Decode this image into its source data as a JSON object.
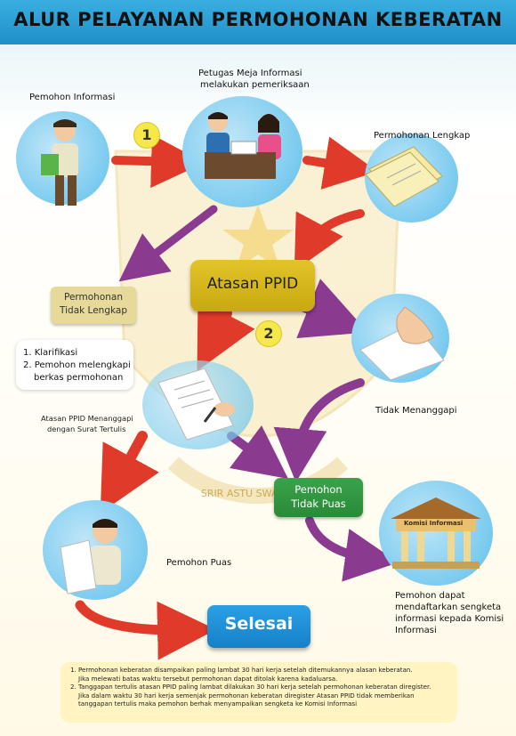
{
  "title": "ALUR PELAYANAN PERMOHONAN KEBERATAN",
  "nodes": {
    "pemohon_informasi": "Pemohon  Informasi",
    "petugas_line1": "Petugas Meja Informasi",
    "petugas_line2": "melakukan pemeriksaan",
    "permohonan_lengkap": "Permohonan Lengkap",
    "atasan_ppid": "Atasan PPID",
    "tidak_lengkap_line1": "Permohonan",
    "tidak_lengkap_line2": "Tidak Lengkap",
    "klarifikasi_1": "1. Klarifikasi",
    "klarifikasi_2": "2. Pemohon melengkapi",
    "klarifikasi_3": "berkas permohonan",
    "surat_line1": "Atasan PPID Menanggapi",
    "surat_line2": "dengan Surat Tertulis",
    "tidak_menanggapi": "Tidak Menanggapi",
    "tidak_puas_line1": "Pemohon",
    "tidak_puas_line2": "Tidak Puas",
    "pemohon_puas": "Pemohon Puas",
    "komisi_sign": "Komisi Informasi",
    "dapat_line1": "Pemohon dapat",
    "dapat_line2": "mendaftarkan sengketa",
    "dapat_line3": "informasi kepada Komisi",
    "dapat_line4": "Informasi",
    "selesai": "Selesai",
    "step1": "1",
    "step2": "2"
  },
  "notes": [
    "Permohonan keberatan disampaikan paling lambat 30 hari kerja setelah ditemukannya alasan keberatan.",
    "Jika melewati batas waktu tersebut permohonan dapat ditolak karena kadaluarsa.",
    "Tanggapan tertulis atasan PPID paling lambat dilakukan 30 hari kerja setelah permohonan keberatan diregister.",
    "Jika dalam waktu 30 hari kerja semenjak permohonan keberatan diregister Atasan PPID tidak memberikan",
    "tanggapan tertulis maka pemohon berhak menyampaikan sengketa ke Komisi Informasi"
  ],
  "watermark": "SRIR ASTU SWASTI PRA",
  "colors": {
    "title_bar": "#2a9fd6",
    "red_arrow": "#e03a2a",
    "purple_arrow": "#8a3b8f",
    "atasan_box": "#d6b91d",
    "green_box": "#2e8b3a",
    "selesai_box": "#1e8fd8"
  }
}
